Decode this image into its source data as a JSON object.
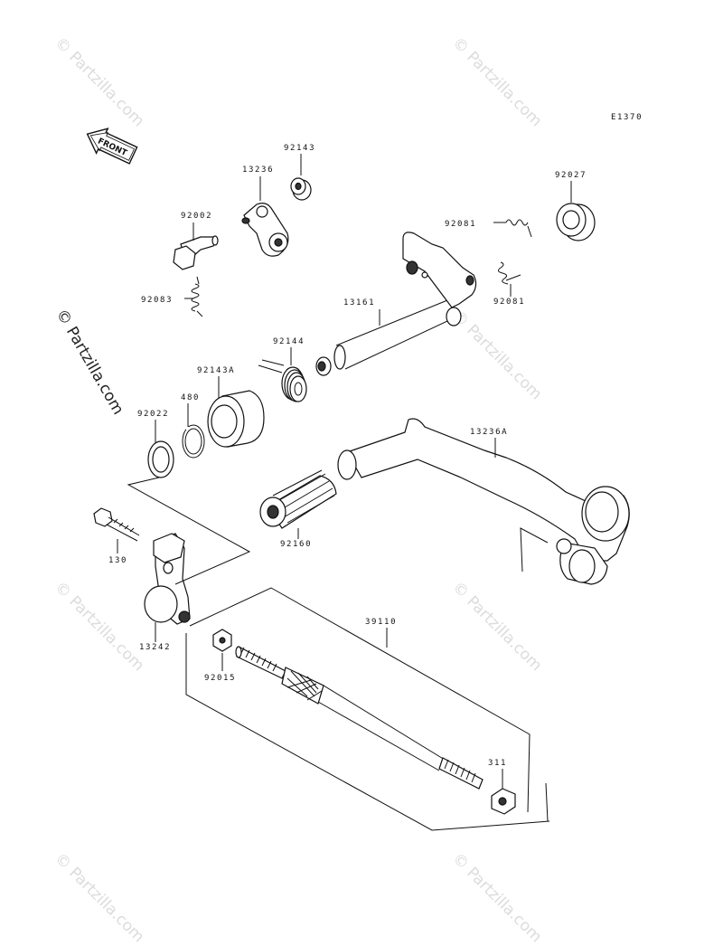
{
  "diagram_code": "E1370",
  "front_label": "FRONT",
  "watermarks": {
    "side": "© Partzilla.com",
    "tile": "© Partzilla.com"
  },
  "labels": {
    "p92143": "92143",
    "p13236": "13236",
    "p92027": "92027",
    "p92002": "92002",
    "p92081a": "92081",
    "p92081b": "92081",
    "p92083": "92083",
    "p13161": "13161",
    "p92144": "92144",
    "p92143A": "92143A",
    "p480": "480",
    "p92022": "92022",
    "p13236A": "13236A",
    "p92160": "92160",
    "p130": "130",
    "p13242": "13242",
    "p39110": "39110",
    "p92015": "92015",
    "p311": "311"
  },
  "colors": {
    "line": "#111111",
    "watermark": "#dcdcdc"
  }
}
